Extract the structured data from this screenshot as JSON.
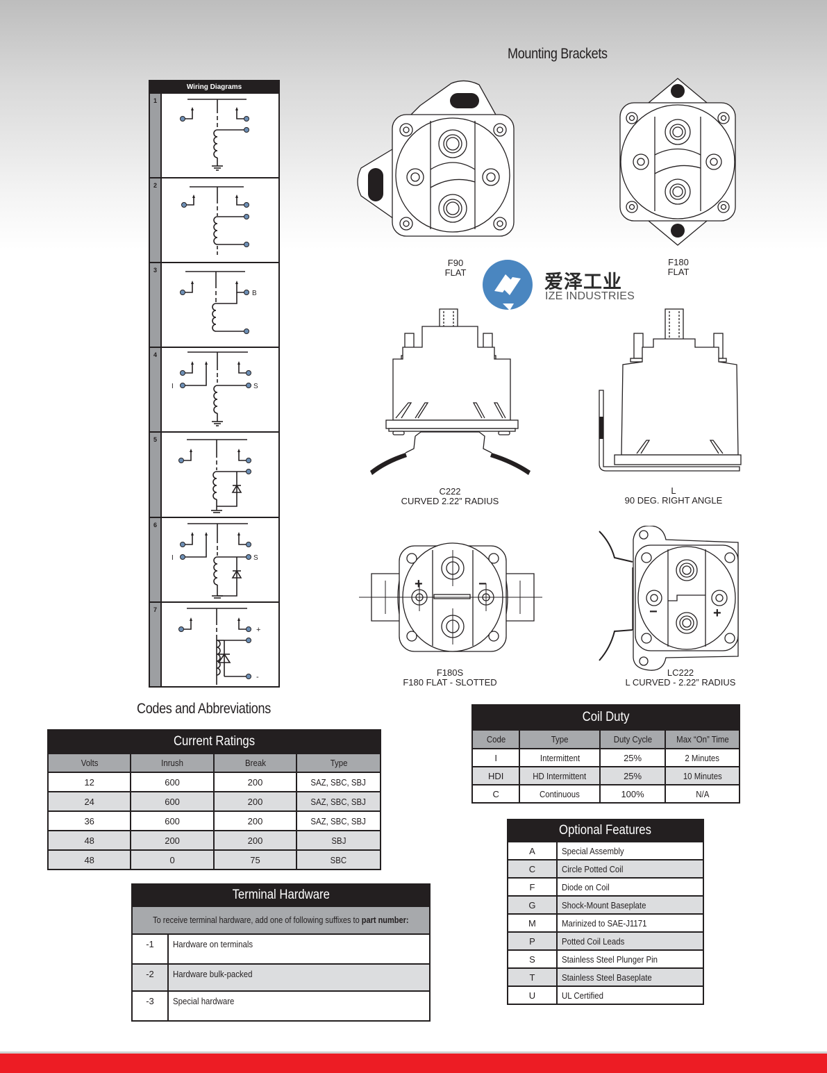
{
  "mounting_brackets": {
    "title": "Mounting Brackets",
    "items": [
      {
        "code": "F90",
        "desc": "FLAT"
      },
      {
        "code": "F180",
        "desc": "FLAT"
      },
      {
        "code": "C222",
        "desc": "CURVED 2.22” RADIUS"
      },
      {
        "code": "L",
        "desc": "90 DEG. RIGHT ANGLE"
      },
      {
        "code": "F180S",
        "desc": "F180 FLAT - SLOTTED"
      },
      {
        "code": "LC222",
        "desc": "L CURVED - 2.22” RADIUS"
      }
    ],
    "polarity_plus": "+",
    "polarity_minus": "−"
  },
  "watermark": {
    "chinese": "爱泽工业",
    "english": "IZE INDUSTRIES",
    "color": "#4a86c0"
  },
  "wiring_diagrams": {
    "title": "Wiring Diagrams",
    "rows": [
      {
        "num": "1"
      },
      {
        "num": "2"
      },
      {
        "num": "3",
        "label_b": "B"
      },
      {
        "num": "4",
        "label_i": "I",
        "label_s": "S"
      },
      {
        "num": "5"
      },
      {
        "num": "6",
        "label_i": "I",
        "label_s": "S"
      },
      {
        "num": "7",
        "label_plus": "+",
        "label_minus": "-"
      }
    ]
  },
  "codes": {
    "title": "Codes and Abbreviations"
  },
  "current_ratings": {
    "title": "Current Ratings",
    "headers": [
      "Volts",
      "Inrush",
      "Break",
      "Type"
    ],
    "rows": [
      [
        "12",
        "600",
        "200",
        "SAZ, SBC, SBJ"
      ],
      [
        "24",
        "600",
        "200",
        "SAZ, SBC, SBJ"
      ],
      [
        "36",
        "600",
        "200",
        "SAZ, SBC, SBJ"
      ],
      [
        "48",
        "200",
        "200",
        "SBJ"
      ],
      [
        "48",
        "0",
        "75",
        "SBC"
      ]
    ]
  },
  "terminal_hardware": {
    "title": "Terminal Hardware",
    "note_prefix": "To receive terminal hardware, add one of following suffixes to ",
    "note_bold": "part number:",
    "rows": [
      [
        "-1",
        "Hardware on terminals"
      ],
      [
        "-2",
        "Hardware bulk-packed"
      ],
      [
        "-3",
        "Special hardware"
      ]
    ]
  },
  "coil_duty": {
    "title": "Coil Duty",
    "headers": [
      "Code",
      "Type",
      "Duty Cycle",
      "Max “On” Time"
    ],
    "rows": [
      [
        "I",
        "Intermittent",
        "25%",
        "2 Minutes"
      ],
      [
        "HDI",
        "HD Intermittent",
        "25%",
        "10 Minutes"
      ],
      [
        "C",
        "Continuous",
        "100%",
        "N/A"
      ]
    ]
  },
  "optional_features": {
    "title": "Optional Features",
    "rows": [
      [
        "A",
        "Special Assembly"
      ],
      [
        "C",
        "Circle Potted Coil"
      ],
      [
        "F",
        "Diode on Coil"
      ],
      [
        "G",
        "Shock-Mount Baseplate"
      ],
      [
        "M",
        "Marinized to SAE-J1171"
      ],
      [
        "P",
        "Potted Coil Leads"
      ],
      [
        "S",
        "Stainless Steel Plunger Pin"
      ],
      [
        "T",
        "Stainless Steel Baseplate"
      ],
      [
        "U",
        "UL Certified"
      ]
    ]
  },
  "colors": {
    "footer_red": "#ed1c24",
    "table_dark": "#231f20",
    "header_gray": "#a7a9ac",
    "row_alt": "#dcdddf",
    "terminal_dot": "#6d8fb5"
  }
}
